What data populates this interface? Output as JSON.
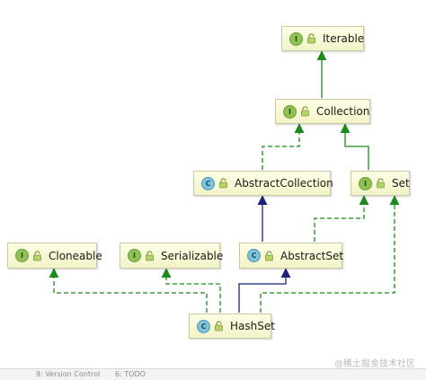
{
  "diagram": {
    "nodes": [
      {
        "id": "iterable",
        "label": "Iterable",
        "kind": "interface",
        "badge": "I"
      },
      {
        "id": "collection",
        "label": "Collection",
        "kind": "interface",
        "badge": "I"
      },
      {
        "id": "abstractcollection",
        "label": "AbstractCollection",
        "kind": "abstract-class",
        "badge": "C"
      },
      {
        "id": "set",
        "label": "Set",
        "kind": "interface",
        "badge": "I"
      },
      {
        "id": "cloneable",
        "label": "Cloneable",
        "kind": "interface",
        "badge": "I"
      },
      {
        "id": "serializable",
        "label": "Serializable",
        "kind": "interface",
        "badge": "I"
      },
      {
        "id": "abstractset",
        "label": "AbstractSet",
        "kind": "abstract-class",
        "badge": "C"
      },
      {
        "id": "hashset",
        "label": "HashSet",
        "kind": "class",
        "badge": "C"
      }
    ],
    "edges": [
      {
        "from": "collection",
        "to": "iterable",
        "type": "extends"
      },
      {
        "from": "abstractcollection",
        "to": "collection",
        "type": "implements"
      },
      {
        "from": "set",
        "to": "collection",
        "type": "extends"
      },
      {
        "from": "abstractset",
        "to": "abstractcollection",
        "type": "extends-class"
      },
      {
        "from": "abstractset",
        "to": "set",
        "type": "implements"
      },
      {
        "from": "hashset",
        "to": "cloneable",
        "type": "implements"
      },
      {
        "from": "hashset",
        "to": "serializable",
        "type": "implements"
      },
      {
        "from": "hashset",
        "to": "abstractset",
        "type": "extends-class"
      },
      {
        "from": "hashset",
        "to": "set",
        "type": "implements"
      }
    ],
    "colors": {
      "interface_edge": "#1e8a1e",
      "class_edge": "#1a237e"
    }
  },
  "statusbar": {
    "item1": "9: Version Control",
    "item2": "6: TODO"
  },
  "watermark": "@稀土掘金技术社区"
}
